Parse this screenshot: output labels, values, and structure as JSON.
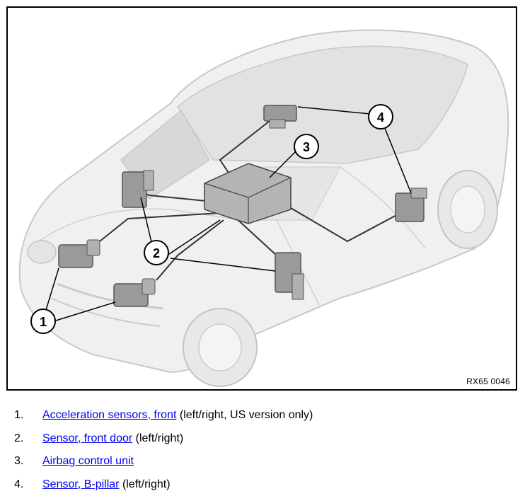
{
  "figure": {
    "id_label": "RX65 0046",
    "callouts": [
      "1",
      "2",
      "3",
      "4"
    ]
  },
  "legend": [
    {
      "number": "1.",
      "link": "Acceleration sensors, front",
      "note": "(left/right, US version only)"
    },
    {
      "number": "2.",
      "link": "Sensor, front door",
      "note": "(left/right)"
    },
    {
      "number": "3.",
      "link": "Airbag control unit",
      "note": ""
    },
    {
      "number": "4.",
      "link": "Sensor, B-pillar",
      "note": "(left/right)"
    }
  ],
  "colors": {
    "car_body": "#f0f0f0",
    "car_outline": "#c8c8c8",
    "glass": "#d8d8d8",
    "component": "#9a9a9a",
    "wire": "#333333",
    "link": "#0000ee"
  }
}
